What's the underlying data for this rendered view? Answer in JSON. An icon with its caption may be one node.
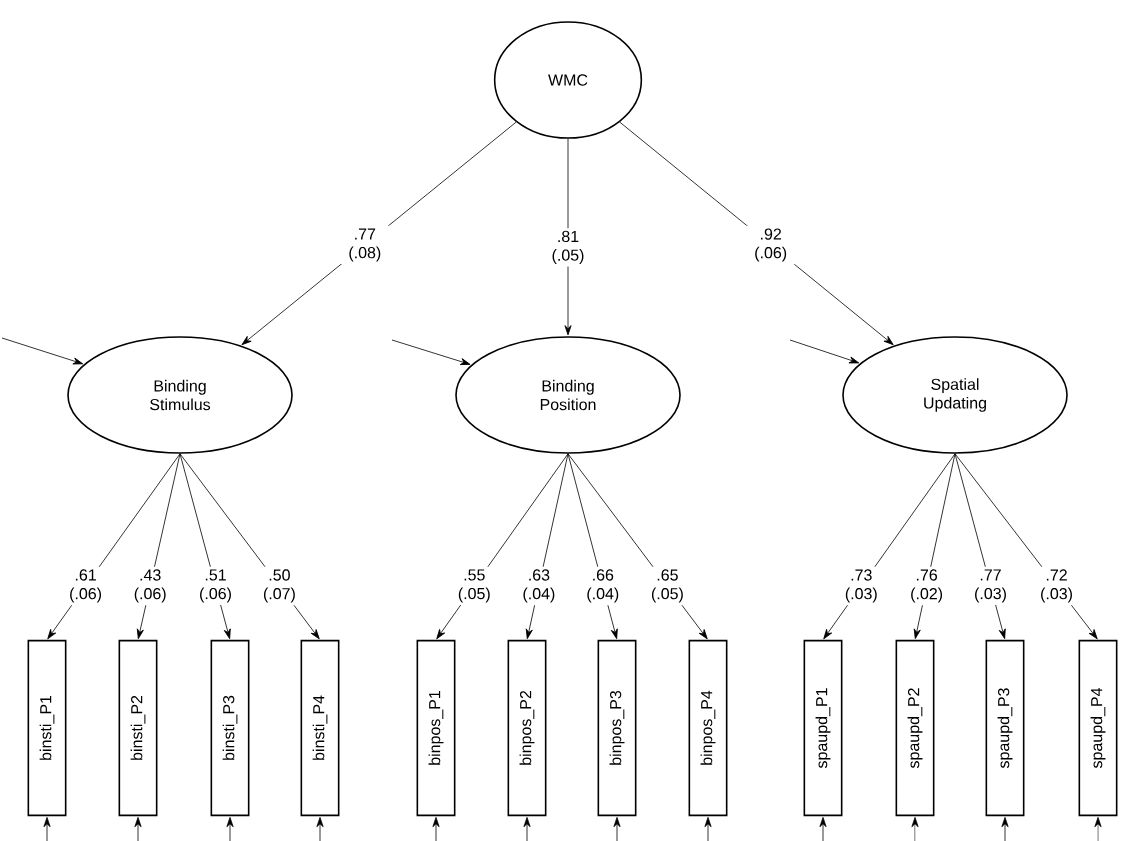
{
  "diagram": {
    "nodes": [
      {
        "text": [
          "WMC"
        ]
      },
      {
        "text": [
          "Binding Stimulus"
        ]
      },
      {
        "text": [
          "Binding Position"
        ]
      },
      {
        "text": [
          "Spatial Updating"
        ]
      },
      {
        "text": [
          "binsti_P1"
        ]
      },
      {
        "text": [
          "binsti_P2"
        ]
      },
      {
        "text": [
          "binsti_P3"
        ]
      },
      {
        "text": [
          "binsti_P4"
        ]
      },
      {
        "text": [
          "binpos_P1"
        ]
      },
      {
        "text": [
          "binpos_P2"
        ]
      },
      {
        "text": [
          "binpos_P3"
        ]
      },
      {
        "text": [
          "binpos_P4"
        ]
      },
      {
        "text": [
          "spaupd_P1"
        ]
      },
      {
        "text": [
          "spaupd_P2"
        ]
      },
      {
        "text": [
          "spaupd_P3"
        ]
      },
      {
        "text": [
          "spaupd_P4"
        ]
      }
    ],
    "edges": [
      {
        "from": 0,
        "to": 1,
        "arrow": "to",
        "label": ".77 (.08)"
      },
      {
        "from": 0,
        "to": 2,
        "arrow": "to",
        "label": ".81 (.05)"
      },
      {
        "from": 0,
        "to": 3,
        "arrow": "to",
        "label": ".92 (.06)"
      },
      {
        "from": null,
        "to": 1,
        "arrow": "to"
      },
      {
        "from": null,
        "to": 2,
        "arrow": "to"
      },
      {
        "from": null,
        "to": 3,
        "arrow": "to"
      },
      {
        "from": 1,
        "to": 4,
        "arrow": "to",
        "label": ".61 (.06)"
      },
      {
        "from": 1,
        "to": 5,
        "arrow": "to",
        "label": ".43 (.06)"
      },
      {
        "from": 1,
        "to": 6,
        "arrow": "to",
        "label": ".51 (.06)"
      },
      {
        "from": 1,
        "to": 7,
        "arrow": "to",
        "label": ".50 (.07)"
      },
      {
        "from": 2,
        "to": 8,
        "arrow": "to",
        "label": ".55 (.05)"
      },
      {
        "from": 2,
        "to": 9,
        "arrow": "to",
        "label": ".63 (.04)"
      },
      {
        "from": 2,
        "to": 10,
        "arrow": "to",
        "label": ".66 (.04)"
      },
      {
        "from": 2,
        "to": 11,
        "arrow": "to",
        "label": ".65 (.05)"
      },
      {
        "from": 3,
        "to": 12,
        "arrow": "to",
        "label": ".73 (.03)"
      },
      {
        "from": 3,
        "to": 13,
        "arrow": "to",
        "label": ".76 (.02)"
      },
      {
        "from": 3,
        "to": 14,
        "arrow": "to",
        "label": ".77 (.03)"
      },
      {
        "from": 3,
        "to": 15,
        "arrow": "to",
        "label": ".72 (.03)"
      },
      {
        "from": null,
        "to": 4,
        "arrow": "to"
      },
      {
        "from": null,
        "to": 5,
        "arrow": "to"
      },
      {
        "from": null,
        "to": 6,
        "arrow": "to"
      },
      {
        "from": null,
        "to": 7,
        "arrow": "to"
      },
      {
        "from": null,
        "to": 8,
        "arrow": "to"
      },
      {
        "from": null,
        "to": 9,
        "arrow": "to"
      },
      {
        "from": null,
        "to": 10,
        "arrow": "to"
      },
      {
        "from": null,
        "to": 11,
        "arrow": "to"
      },
      {
        "from": null,
        "to": 12,
        "arrow": "to"
      },
      {
        "from": null,
        "to": 13,
        "arrow": "to"
      },
      {
        "from": null,
        "to": 14,
        "arrow": "to"
      },
      {
        "from": null,
        "to": 15,
        "arrow": "to"
      }
    ]
  }
}
